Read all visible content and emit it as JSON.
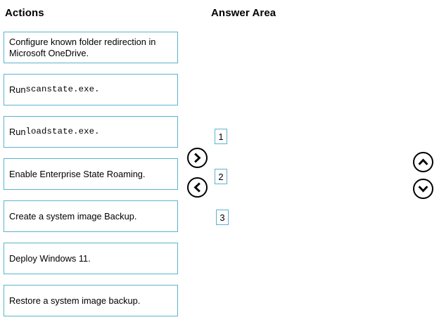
{
  "columns": {
    "actions_heading": "Actions",
    "answer_heading": "Answer Area"
  },
  "actions": {
    "items": [
      {
        "prefix": "",
        "text": "Configure known folder redirection in Microsoft OneDrive.",
        "mono": ""
      },
      {
        "prefix": "Run ",
        "text": "",
        "mono": "scanstate.exe",
        "suffix": "."
      },
      {
        "prefix": "Run ",
        "text": "",
        "mono": "loadstate.exe",
        "suffix": "."
      },
      {
        "prefix": "",
        "text": "Enable Enterprise State Roaming.",
        "mono": ""
      },
      {
        "prefix": "",
        "text": "Create a system image Backup.",
        "mono": ""
      },
      {
        "prefix": "",
        "text": "Deploy Windows 11.",
        "mono": ""
      },
      {
        "prefix": "",
        "text": "Restore a system image backup.",
        "mono": ""
      }
    ]
  },
  "answer_area": {
    "slots": [
      {
        "number": "1"
      },
      {
        "number": "2"
      },
      {
        "number": "3"
      }
    ],
    "items": []
  },
  "controls": {
    "move_right": "move-right",
    "move_left": "move-left",
    "move_up": "move-up",
    "move_down": "move-down"
  },
  "colors": {
    "box_border": "#5BB3CE",
    "text": "#000000",
    "background": "#FFFFFF",
    "control_stroke": "#000000"
  }
}
